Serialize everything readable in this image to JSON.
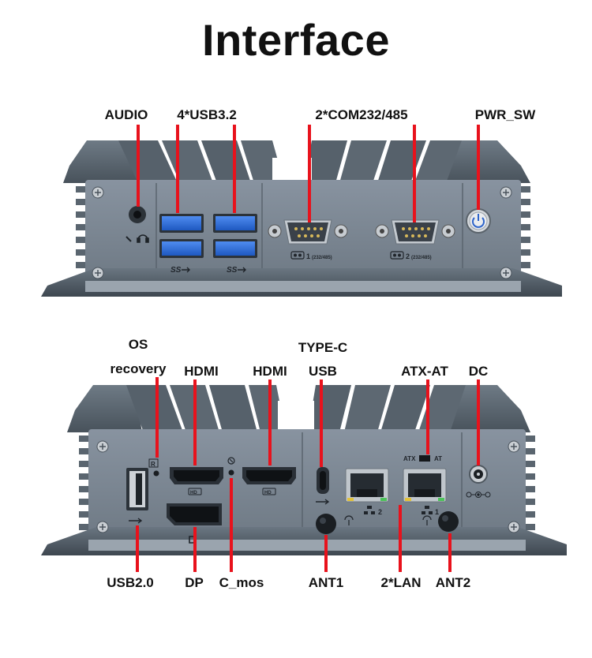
{
  "title": "Interface",
  "top_panel": {
    "labels": {
      "audio": "AUDIO",
      "usb32": "4*USB3.2",
      "com": "2*COM232/485",
      "pwr": "PWR_SW"
    },
    "port_text": {
      "com1": "1",
      "com2": "2",
      "com_spec": "(232/485)",
      "ss": "SS"
    }
  },
  "bottom_panel": {
    "labels": {
      "os_recovery_1": "OS",
      "os_recovery_2": "recovery",
      "hdmi1": "HDMI",
      "hdmi2": "HDMI",
      "typec_1": "TYPE-C",
      "typec_2": "USB",
      "atx_at": "ATX-AT",
      "dc": "DC",
      "usb20": "USB2.0",
      "dp": "DP",
      "cmos": "C_mos",
      "ant1": "ANT1",
      "lan": "2*LAN",
      "ant2": "ANT2"
    },
    "port_text": {
      "r": "R",
      "atx": "ATX",
      "at": "AT",
      "lan2": "2",
      "lan1": "1",
      "hd": "HD"
    }
  },
  "colors": {
    "chassis": "#5f6b76",
    "chassis_dark": "#3f4851",
    "panel": "#7d8893",
    "pointer": "#e8121c",
    "port_blue": "#2f6fd6"
  }
}
